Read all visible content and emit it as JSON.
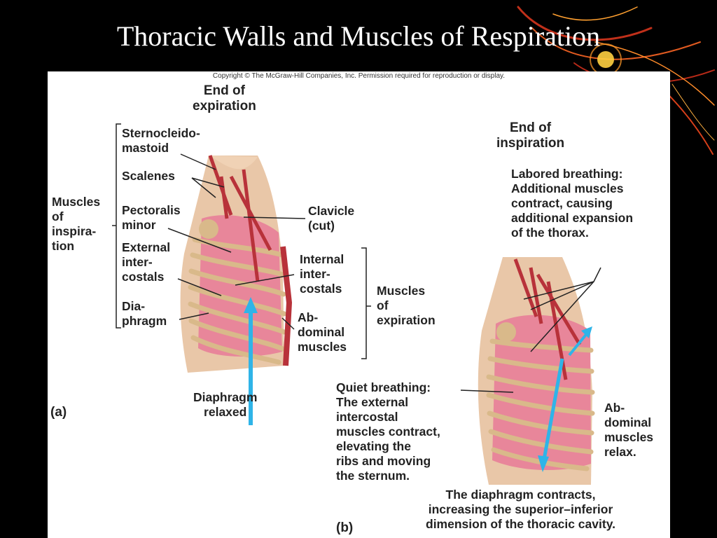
{
  "slide": {
    "title": "Thoracic Walls and Muscles of Respiration"
  },
  "figure": {
    "copyright": "Copyright © The McGraw-Hill Companies, Inc. Permission required for reproduction or display.",
    "panel_a": {
      "heading": "End of\nexpiration",
      "muscles_of_inspiration": "Muscles\nof\ninspira-\ntion",
      "sternocleidomastoid": "Sternocleido-\nmastoid",
      "scalenes": "Scalenes",
      "pectoralis_minor": "Pectoralis\nminor",
      "external_intercostals": "External\ninter-\ncostals",
      "diaphragm": "Dia-\nphragm",
      "clavicle": "Clavicle\n(cut)",
      "internal_intercostals": "Internal\ninter-\ncostals",
      "abdominal_muscles": "Ab-\ndominal\nmuscles",
      "muscles_of_expiration": "Muscles\nof\nexpiration",
      "caption": "Diaphragm\nrelaxed",
      "letter": "(a)"
    },
    "panel_b": {
      "heading": "End of\ninspiration",
      "labored_breathing": "Labored breathing:\nAdditional muscles\ncontract, causing\nadditional expansion\nof the thorax.",
      "quiet_breathing": "Quiet breathing:\nThe external\nintercostal\nmuscles contract,\nelevating the\nribs and moving\nthe sternum.",
      "abdominal_relax": "Ab-\ndominal\nmuscles\nrelax.",
      "diaphragm_contracts": "The diaphragm contracts,\nincreasing the superior–inferior\ndimension of the thoracic cavity.",
      "letter": "(b)"
    }
  },
  "colors": {
    "background": "#000000",
    "panel": "#ffffff",
    "muscle": "#b8323a",
    "rib": "#d9b98a",
    "lung": "#e8869a",
    "arrow": "#2fb4e8"
  }
}
